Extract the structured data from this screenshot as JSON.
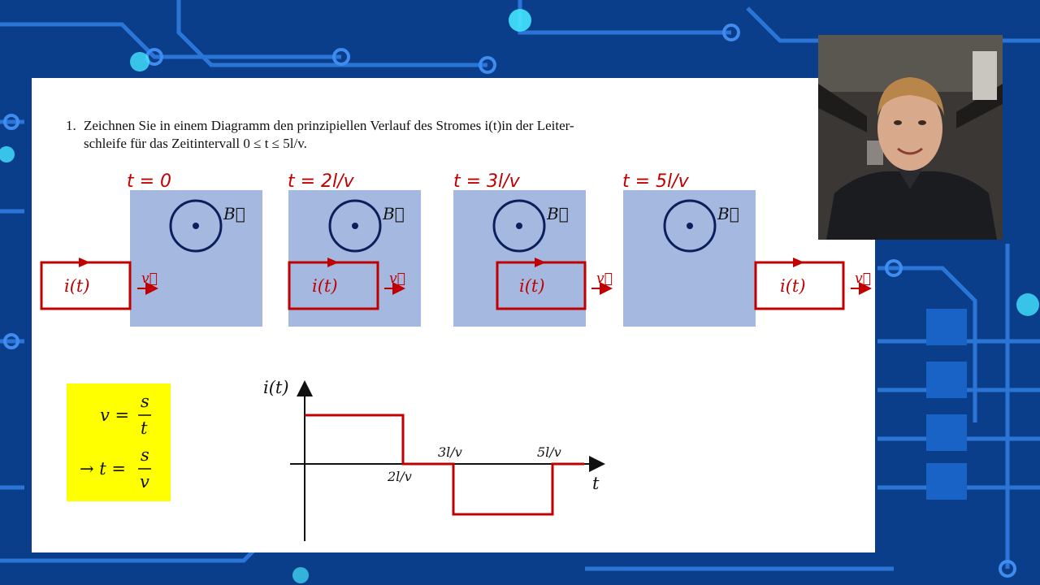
{
  "task": {
    "number": "1.",
    "line1": "Zeichnen Sie in einem Diagramm den prinzipiellen Verlauf des Stromes i(t)in der Leiter-",
    "line2": "schleife für das Zeitintervall 0 ≤ t ≤ 5l/v."
  },
  "frames": [
    {
      "time_label": "t = 0",
      "current_label": "i(t)",
      "velocity_label": "v⃗",
      "field_label": "B⃗"
    },
    {
      "time_label": "t = 2l/v",
      "current_label": "i(t)",
      "velocity_label": "v⃗",
      "field_label": "B⃗"
    },
    {
      "time_label": "t = 3l/v",
      "current_label": "i(t)",
      "velocity_label": "v⃗",
      "field_label": "B⃗"
    },
    {
      "time_label": "t = 5l/v",
      "current_label": "i(t)",
      "velocity_label": "v⃗",
      "field_label": "B⃗"
    }
  ],
  "formulas": {
    "eq1_lhs": "v =",
    "eq1_num": "s",
    "eq1_den": "t",
    "eq2_lhs": "→ t =",
    "eq2_num": "s",
    "eq2_den": "v"
  },
  "graph": {
    "y_axis_label": "i(t)",
    "x_axis_label": "t",
    "tick_2": "2l/v",
    "tick_3": "3l/v",
    "tick_5": "5l/v"
  },
  "colors": {
    "field_region": "#a5b9e0",
    "loop": "#c00000",
    "field_symbol": "#0b1f5c",
    "formula_box": "#ffff00",
    "background": "#0a3e8a"
  }
}
